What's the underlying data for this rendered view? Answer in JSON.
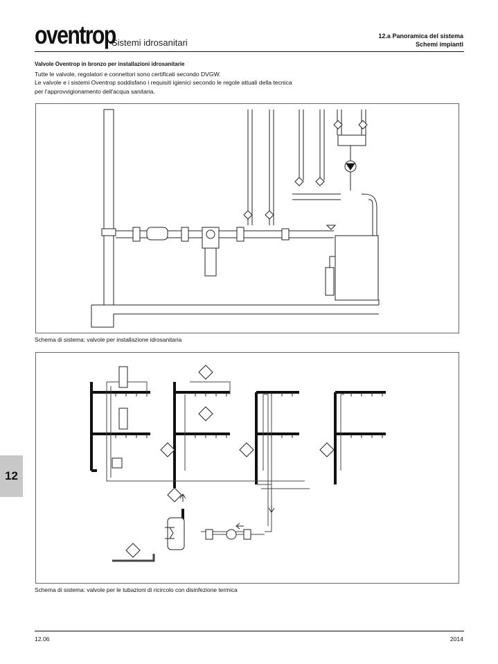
{
  "header": {
    "brand": "oventrop",
    "section": "Sistemi idrosanitari",
    "chapter_title": "12.a Panoramica del sistema",
    "chapter_subtitle": "Schemi impianti"
  },
  "content": {
    "heading": "Valvole Oventrop in bronzo per installazioni idrosanitarie",
    "intro_lines": [
      "Tutte le valvole, regolatori e connettori sono certificati secondo DVGW.",
      "Le valvole e i sistemi Oventrop soddisfano i requisiti igienici secondo le regole attuali della tecnica",
      "per l'approvvigionamento dell'acqua sanitaria."
    ]
  },
  "figures": [
    {
      "caption": "Schema di sistema: valvole per installazione idrosanitaria"
    },
    {
      "caption": "Schema di sistema: valvole per le tubazioni di ricircolo con disinfezione termica"
    }
  ],
  "side_tab": {
    "label": "12",
    "color": "#c8c8c8"
  },
  "footer": {
    "page": "12.06",
    "year": "2014"
  }
}
